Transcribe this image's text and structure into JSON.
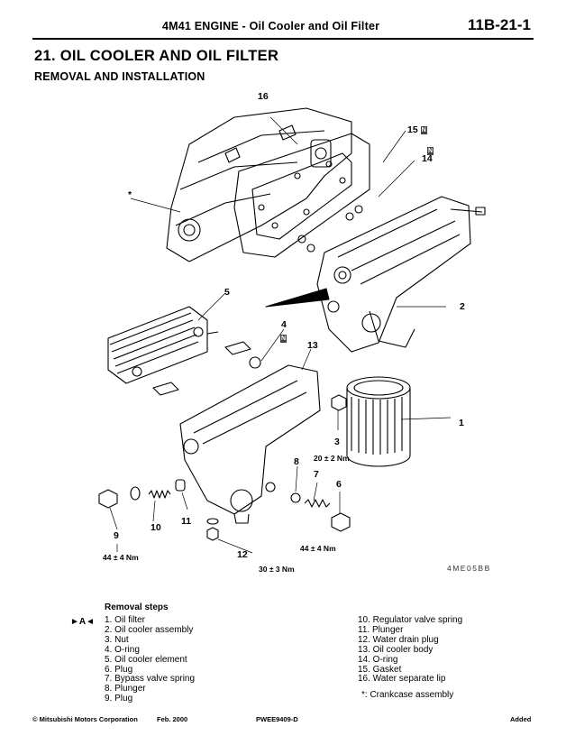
{
  "header": {
    "title": "4M41 ENGINE  -  Oil Cooler and Oil Filter",
    "page": "11B-21-1"
  },
  "section": {
    "title": "21. OIL COOLER AND OIL FILTER",
    "subtitle": "REMOVAL AND INSTALLATION"
  },
  "diagram": {
    "callouts": {
      "c16": "16",
      "c15": "15",
      "c14": "14",
      "star": "*",
      "c5": "5",
      "c2": "2",
      "c4": "4",
      "c13": "13",
      "c1": "1",
      "c3": "3",
      "c8": "8",
      "c7": "7",
      "c6": "6",
      "c11": "11",
      "c10": "10",
      "c9": "9",
      "c12": "12"
    },
    "n_mark": "N",
    "torques": {
      "t3": "20 ± 2 Nm",
      "t6": "44 ± 4 Nm",
      "t9": "44 ± 4 Nm",
      "t12": "30 ± 3 Nm"
    },
    "figure_id": "4ME05BB"
  },
  "removal": {
    "heading": "Removal steps",
    "marker": "►A◄",
    "left": [
      "1. Oil filter",
      "2. Oil cooler assembly",
      "3. Nut",
      "4. O-ring",
      "5. Oil cooler element",
      "6. Plug",
      "7. Bypass valve spring",
      "8. Plunger",
      "9. Plug"
    ],
    "right": [
      "10. Regulator valve spring",
      "11. Plunger",
      "12. Water drain plug",
      "13. Oil cooler body",
      "14. O-ring",
      "15. Gasket",
      "16. Water separate lip"
    ],
    "note": "*: Crankcase assembly"
  },
  "footer": {
    "copyright": "Mitsubishi Motors Corporation",
    "date": "Feb. 2000",
    "code": "PWEE9409-D",
    "status": "Added"
  }
}
